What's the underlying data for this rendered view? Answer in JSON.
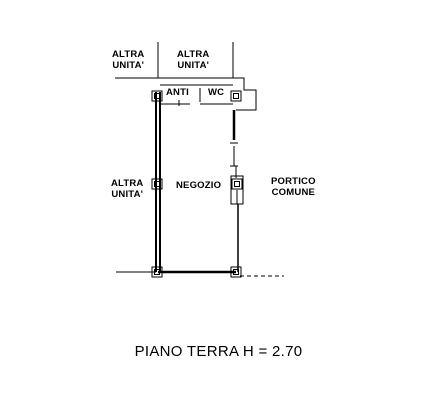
{
  "labels": {
    "altra_unita_top_left": [
      "ALTRA",
      "UNITA'"
    ],
    "altra_unita_top_center": [
      "ALTRA",
      "UNITA'"
    ],
    "anti": "ANTI",
    "wc": "WC",
    "altra_unita_left": [
      "ALTRA",
      "UNITA'"
    ],
    "negozio": "NEGOZIO",
    "portico_comune": [
      "PORTICO",
      "COMUNE"
    ]
  },
  "title": "PIANO TERRA H = 2.70"
}
